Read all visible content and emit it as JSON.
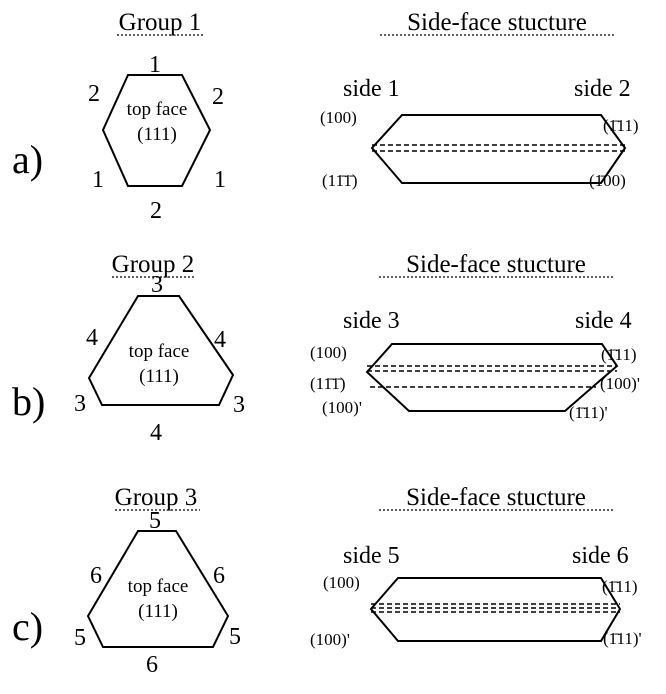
{
  "rows": [
    {
      "row_label": "a)",
      "group_title": "Group 1",
      "structure_title": "Side-face stucture",
      "face_label": "top face",
      "face_index": "(111)",
      "edges": {
        "top": "1",
        "upper_left": "2",
        "upper_right": "2",
        "lower_left": "1",
        "lower_right": "1",
        "bottom": "2"
      },
      "side_left": "side 1",
      "side_right": "side 2",
      "miller_left": [
        "(100)",
        "(11̄1̄)"
      ],
      "miller_right": [
        "(1̄11)",
        "(1̄00)"
      ]
    },
    {
      "row_label": "b)",
      "group_title": "Group 2",
      "structure_title": "Side-face stucture",
      "face_label": "top face",
      "face_index": "(111)",
      "edges": {
        "top": "3",
        "upper_left": "4",
        "upper_right": "4",
        "lower_left": "3",
        "lower_right": "3",
        "bottom": "4"
      },
      "side_left": "side 3",
      "side_right": "side 4",
      "miller_left": [
        "(100)",
        "(11̄1̄)",
        "(100)'"
      ],
      "miller_right": [
        "(1̄11)",
        "(100)'",
        "(1̄11)'"
      ]
    },
    {
      "row_label": "c)",
      "group_title": "Group 3",
      "structure_title": "Side-face stucture",
      "face_label": "top face",
      "face_index": "(111)",
      "edges": {
        "top": "5",
        "upper_left": "6",
        "upper_right": "6",
        "lower_left": "5",
        "lower_right": "5",
        "bottom": "6"
      },
      "side_left": "side 5",
      "side_right": "side 6",
      "miller_left": [
        "(100)",
        "(100)'"
      ],
      "miller_right": [
        "(1̄11)",
        "(1̄11)'"
      ]
    }
  ]
}
